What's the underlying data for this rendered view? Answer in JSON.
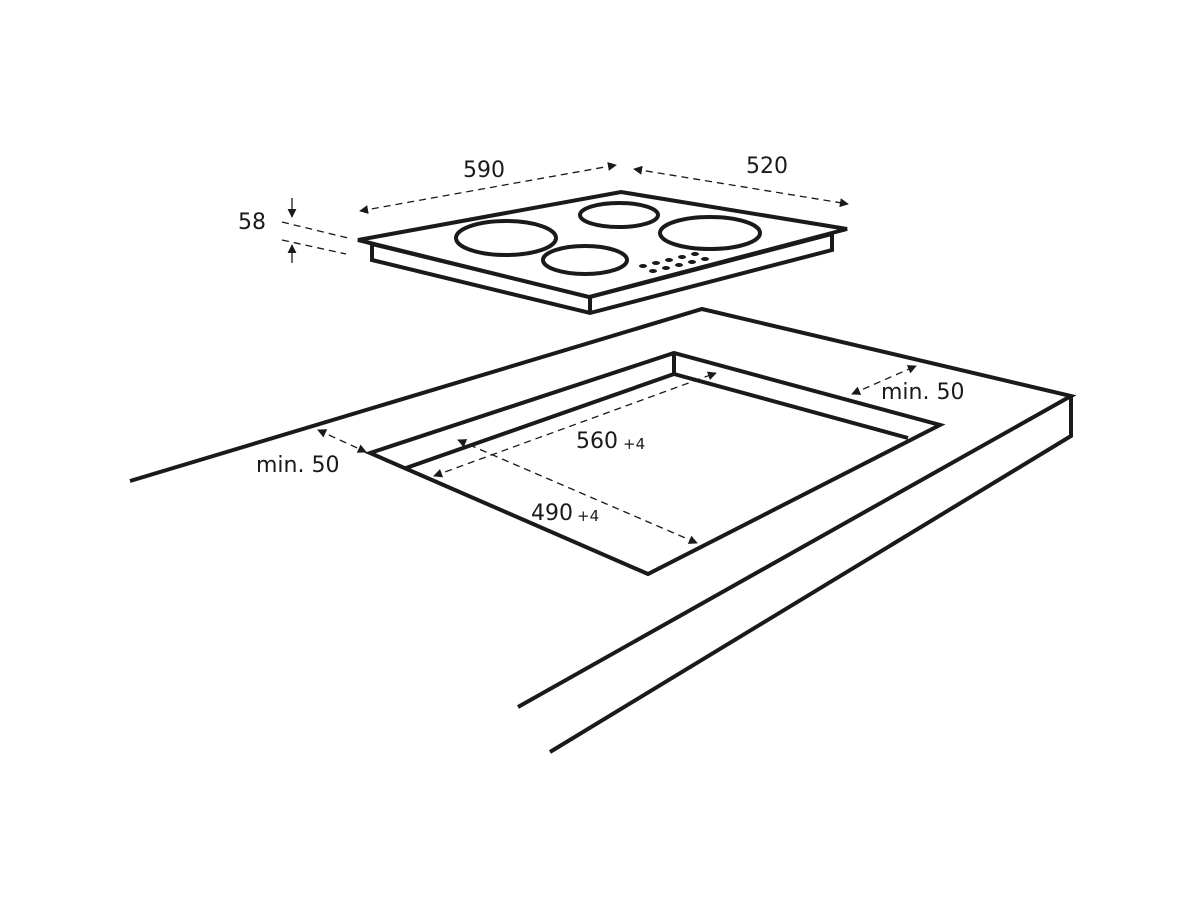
{
  "diagram": {
    "hob": {
      "width_label": "590",
      "depth_label": "520",
      "height_label": "58"
    },
    "cutout": {
      "width_label": "560",
      "width_tolerance": "+4",
      "depth_label": "490",
      "depth_tolerance": "+4",
      "clearance_front_label": "min. 50",
      "clearance_back_label": "min. 50"
    },
    "colors": {
      "line": "#1a1a1a",
      "background": "#ffffff"
    }
  }
}
